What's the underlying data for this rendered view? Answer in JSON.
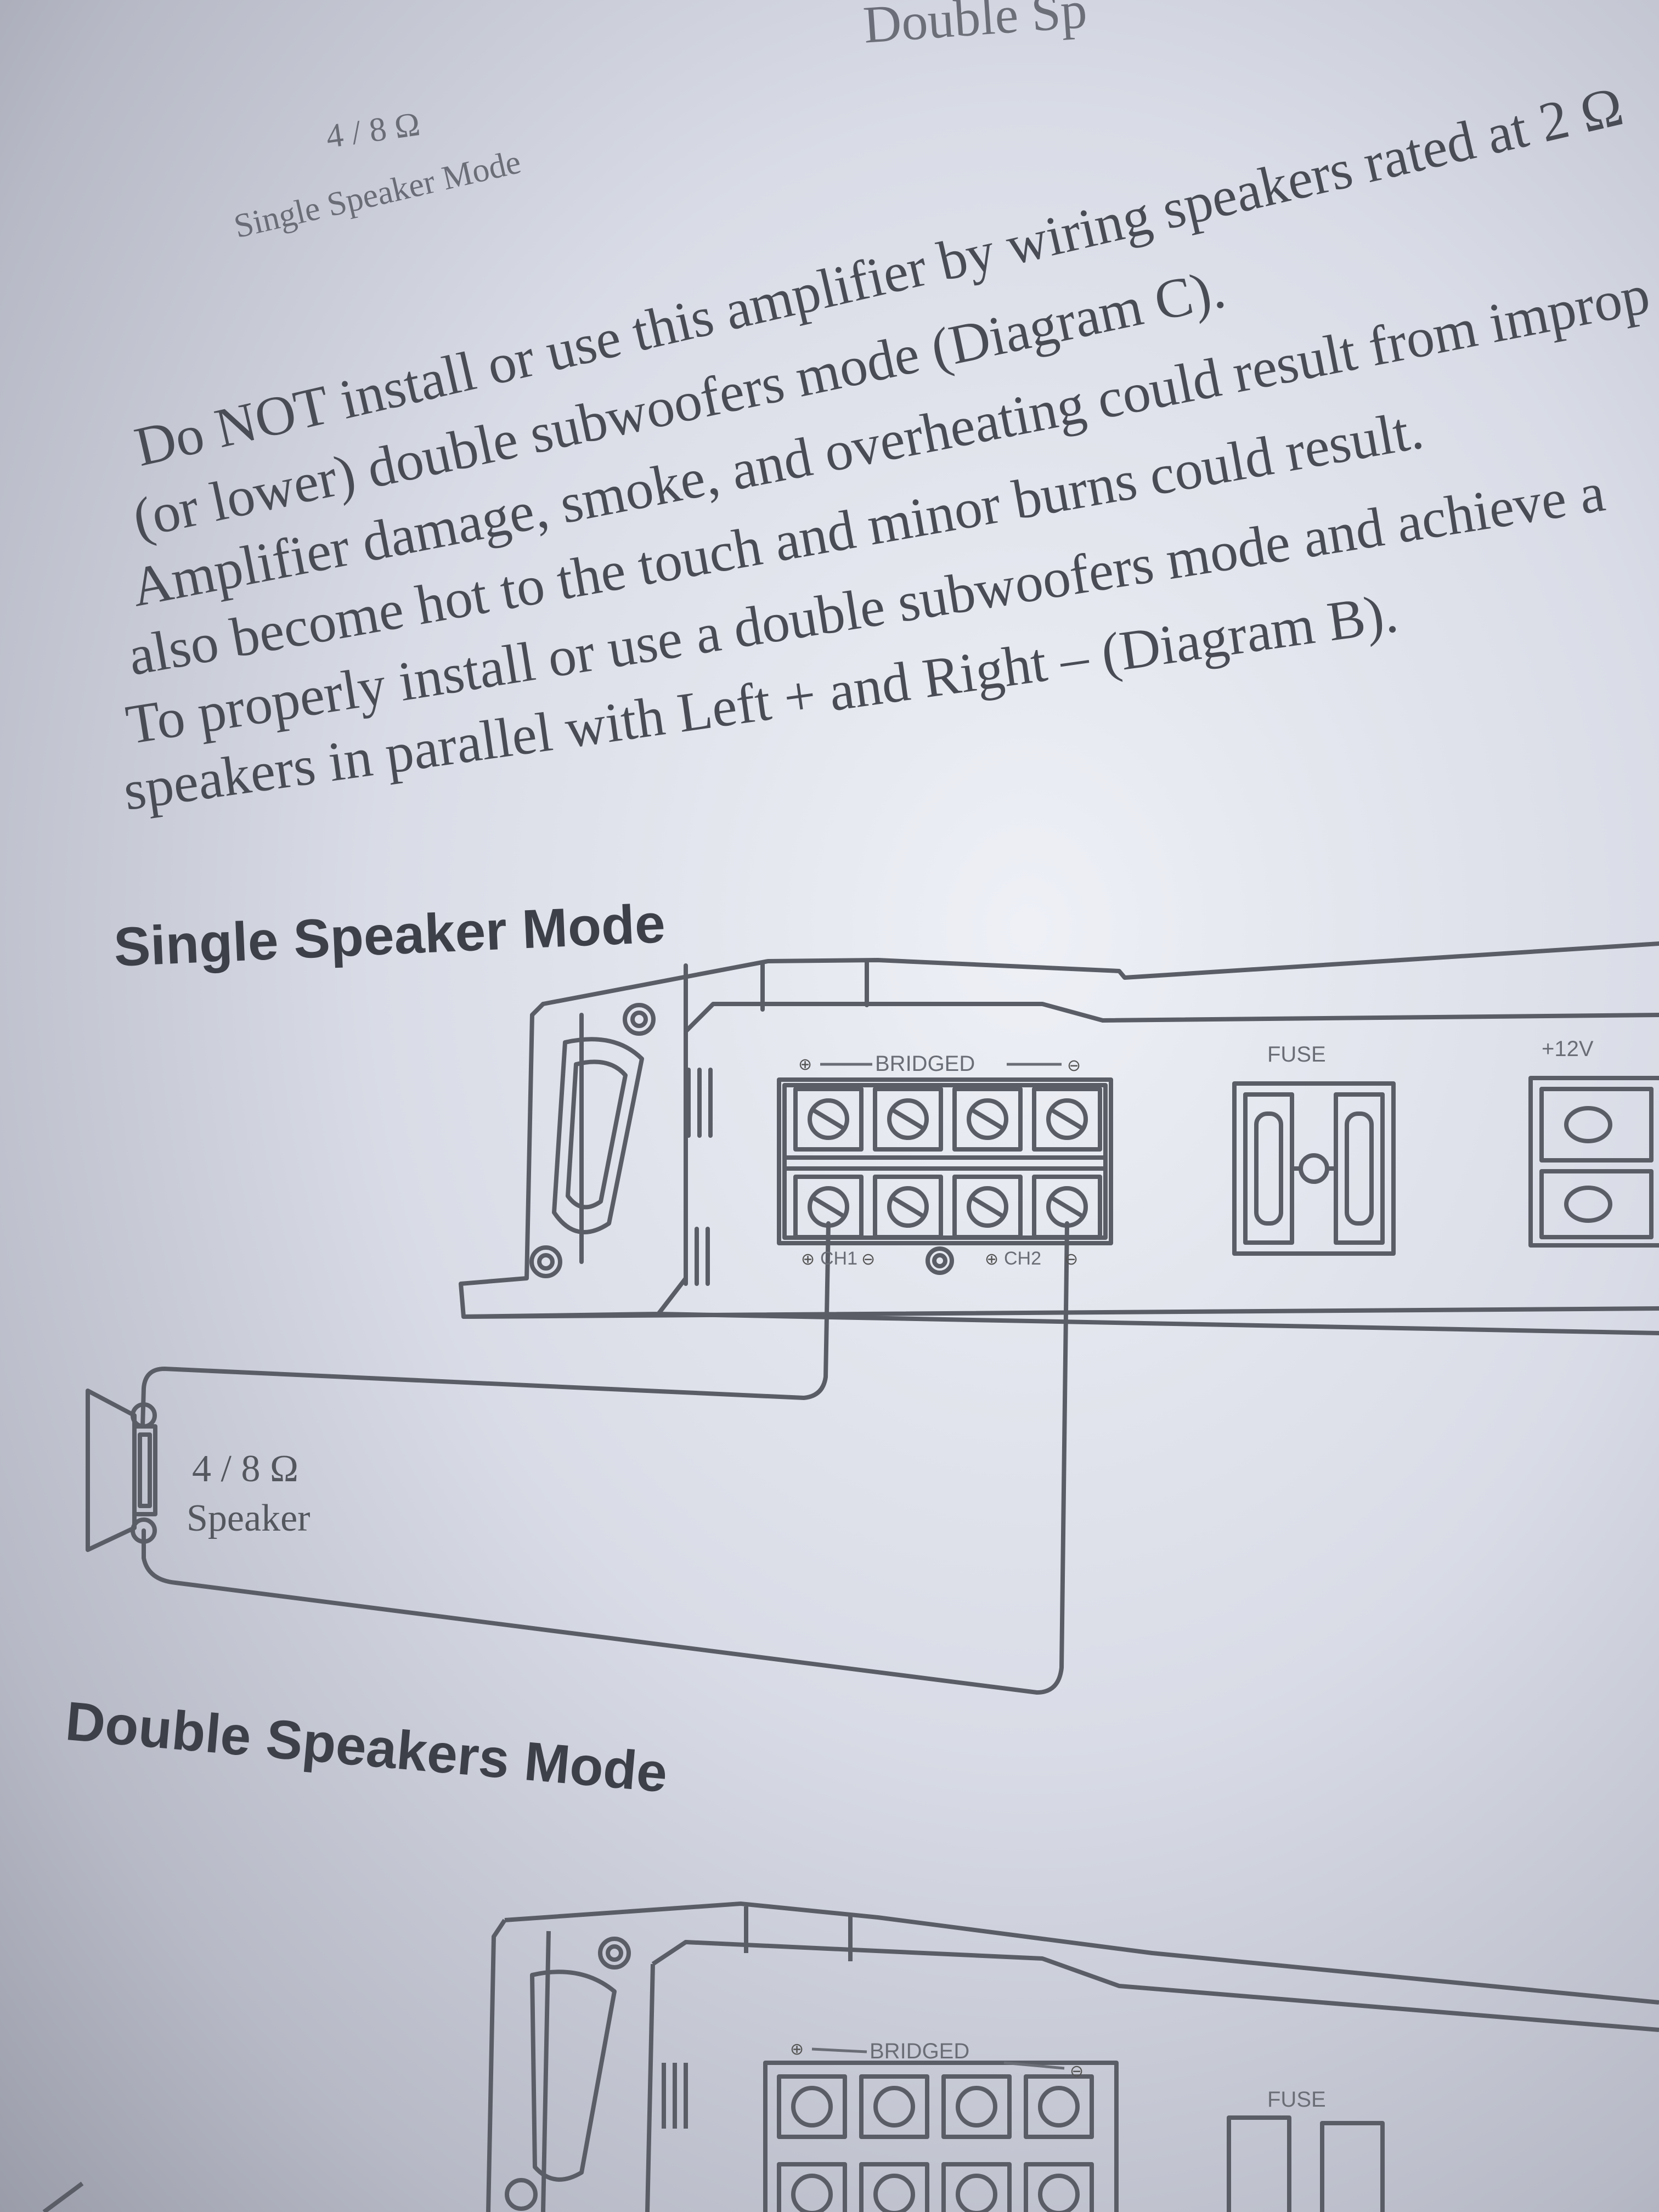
{
  "page": {
    "top_heading_partial": "Double Sp",
    "corner_impedance": "4 / 8 Ω",
    "corner_mode": "Single Speaker Mode",
    "paragraph_lines": [
      "Do NOT install or use this amplifier by wiring speakers rated at 2 Ω",
      "(or lower) double subwoofers mode (Diagram C).",
      "Amplifier damage, smoke, and overheating could result from improp",
      "also become hot to the touch and minor burns could result.",
      "To properly install or use a double subwoofers  mode and achieve a",
      "speakers in parallel  with Left + and Right – (Diagram B)."
    ],
    "section1_heading": "Single Speaker Mode",
    "section2_heading": "Double Speakers Mode",
    "diagram": {
      "bridged_label": "BRIDGED",
      "fuse_label": "FUSE",
      "power_label": "+12V",
      "ch1_label": "CH1",
      "ch2_label": "CH2",
      "speaker_impedance": "4 / 8 Ω",
      "speaker_label": "Speaker"
    }
  }
}
